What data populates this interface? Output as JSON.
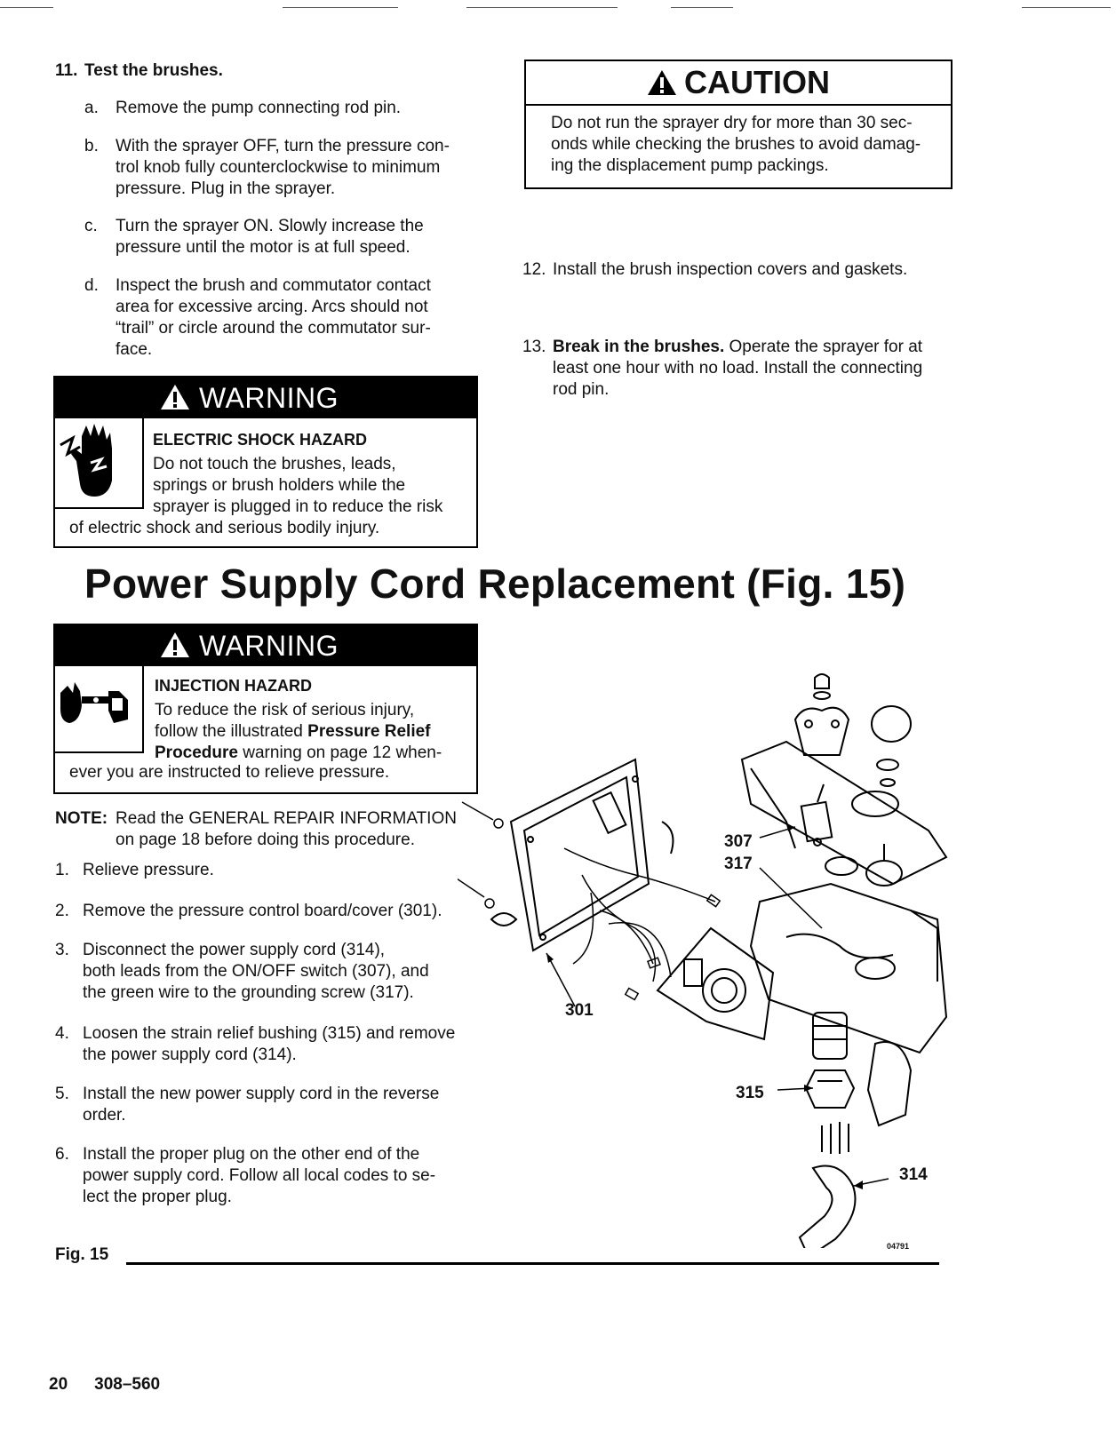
{
  "step11": {
    "num": "11.",
    "title": "Test the brushes.",
    "a": {
      "letter": "a.",
      "text": "Remove the pump connecting rod pin."
    },
    "b": {
      "letter": "b.",
      "line1": "With the sprayer OFF, turn the pressure con-",
      "line2": "trol knob fully counterclockwise to minimum",
      "line3": "pressure. Plug in the sprayer."
    },
    "c": {
      "letter": "c.",
      "line1": "Turn the sprayer ON. Slowly increase the",
      "line2": "pressure until the motor is at full speed."
    },
    "d": {
      "letter": "d.",
      "line1": "Inspect the brush and commutator contact",
      "line2": "area for excessive arcing. Arcs should not",
      "line3": "“trail” or circle around the commutator sur-",
      "line4": "face."
    }
  },
  "caution": {
    "title": "CAUTION",
    "line1": "Do not run the sprayer dry for more than 30 sec-",
    "line2": "onds while checking the brushes to avoid damag-",
    "line3": "ing the displacement pump packings."
  },
  "step12": {
    "num": "12.",
    "text": "Install the brush inspection covers and gaskets."
  },
  "step13": {
    "num": "13.",
    "bold": "Break in the brushes.",
    "line1": " Operate the sprayer for at",
    "line2": "least one hour with no load. Install the connecting",
    "line3": "rod pin."
  },
  "warning1": {
    "title": "WARNING",
    "hazard": "ELECTRIC SHOCK HAZARD",
    "line1": "Do not touch the brushes, leads,",
    "line2": "springs or brush holders while the",
    "line3": "sprayer is plugged in to reduce the risk",
    "line4": "of electric shock and serious bodily injury."
  },
  "section_title": "Power Supply Cord Replacement (Fig. 15)",
  "warning2": {
    "title": "WARNING",
    "hazard": "INJECTION HAZARD",
    "line1": "To reduce the risk of serious injury,",
    "line2a": "follow the illustrated ",
    "line2b": "Pressure Relief",
    "line3a": "Procedure",
    "line3b": " warning on page 12 when-",
    "line4": "ever you are instructed to relieve pressure."
  },
  "note": {
    "label": "NOTE:",
    "line1": "Read the GENERAL REPAIR INFORMATION",
    "line2": "on page 18 before doing this procedure."
  },
  "steps": [
    {
      "num": "1.",
      "lines": [
        "Relieve pressure."
      ]
    },
    {
      "num": "2.",
      "lines": [
        "Remove the pressure control board/cover (301)."
      ]
    },
    {
      "num": "3.",
      "lines": [
        "Disconnect the power supply cord (314),",
        "both leads from the ON/OFF switch (307), and",
        "the green wire to the grounding screw (317)."
      ]
    },
    {
      "num": "4.",
      "lines": [
        "Loosen the strain relief bushing (315) and remove",
        "the power supply cord (314)."
      ]
    },
    {
      "num": "5.",
      "lines": [
        "Install the new power supply cord in the reverse",
        "order."
      ]
    },
    {
      "num": "6.",
      "lines": [
        "Install the proper plug on the other end of the",
        "power supply cord. Follow all local codes to se-",
        "lect the proper plug."
      ]
    }
  ],
  "callouts": {
    "c307": "307",
    "c317": "317",
    "c301": "301",
    "c315": "315",
    "c314": "314"
  },
  "figure": {
    "label": "Fig. 15",
    "code": "04791"
  },
  "footer": {
    "page": "20",
    "doc": "308–560"
  }
}
